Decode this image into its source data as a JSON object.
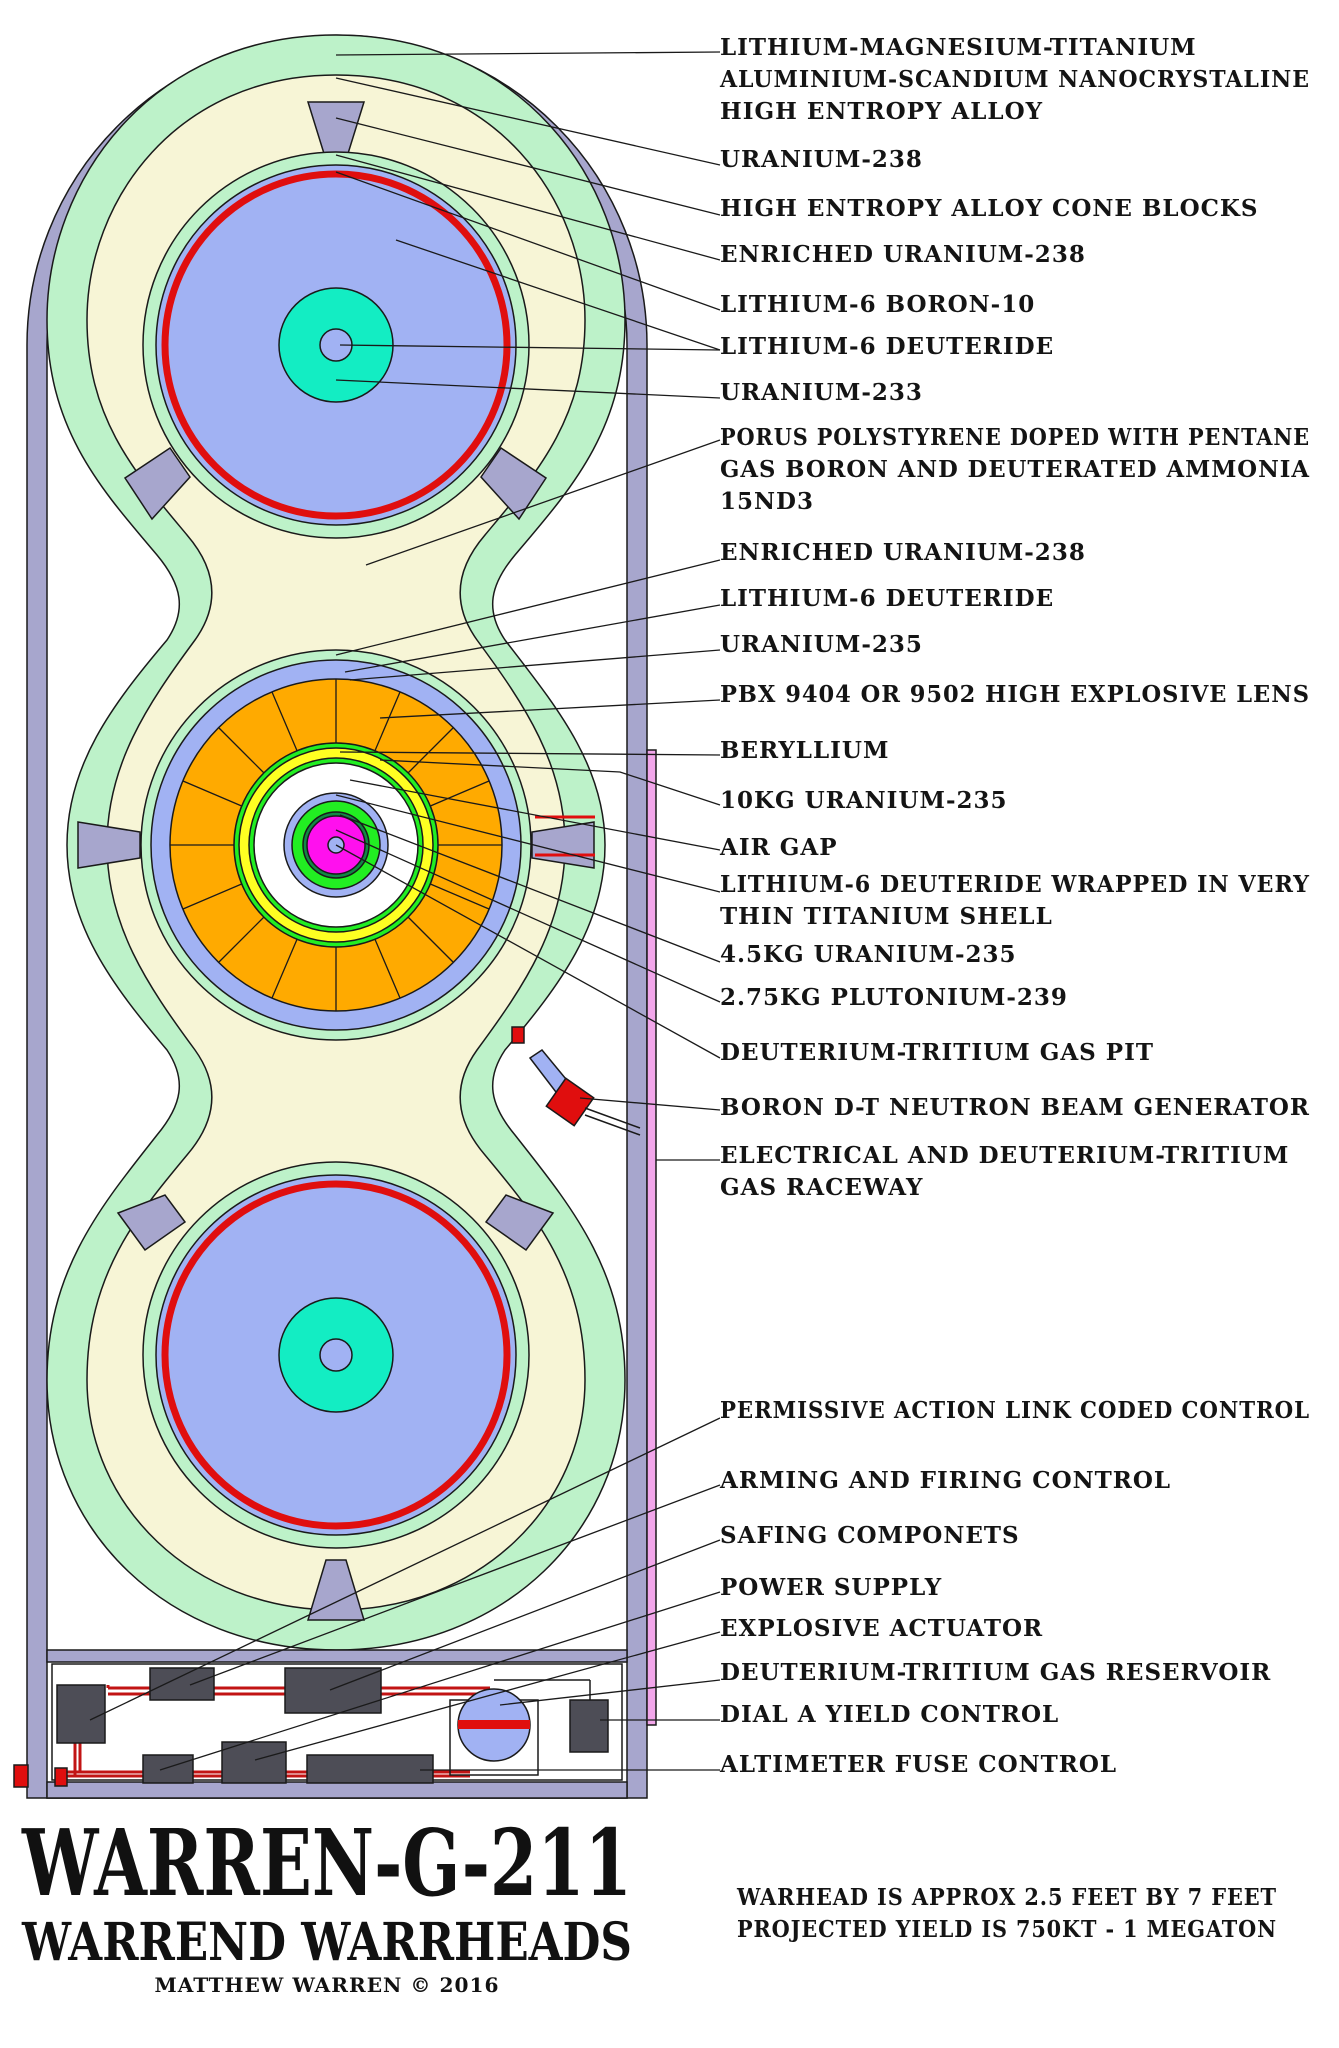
{
  "colors": {
    "casing": "#a7a6cd",
    "alloy_shell": "#bdf2c9",
    "foam": "#f7f5d6",
    "uranium_blue": "#a1b2f3",
    "red_ring": "#e00e0e",
    "deuteride": "#13edc3",
    "explosive_lens": "#ffaa00",
    "beryllium": "#ffff22",
    "green_ring": "#22ee22",
    "pit": "#ff10ee",
    "raceway": "#f2a6ea",
    "electronics": "#4d4d56"
  },
  "labels": [
    {
      "id": "label-lithium-magnesium-alloy",
      "lines": [
        "LITHIUM-MAGNESIUM-TITANIUM",
        "ALUMINIUM-SCANDIUM NANOCRYSTALINE",
        "HIGH ENTROPY ALLOY"
      ]
    },
    {
      "id": "label-uranium-238-outer",
      "lines": [
        "URANIUM-238"
      ]
    },
    {
      "id": "label-cone-blocks",
      "lines": [
        "HIGH ENTROPY ALLOY CONE BLOCKS"
      ]
    },
    {
      "id": "label-enriched-uranium-238-top",
      "lines": [
        "ENRICHED URANIUM-238"
      ]
    },
    {
      "id": "label-lithium-6-boron-10",
      "lines": [
        "LITHIUM-6 BORON-10"
      ]
    },
    {
      "id": "label-lithium-6-deuteride-top",
      "lines": [
        "LITHIUM-6 DEUTERIDE"
      ]
    },
    {
      "id": "label-uranium-233",
      "lines": [
        "URANIUM-233"
      ]
    },
    {
      "id": "label-polystyrene-foam",
      "lines": [
        "PORUS POLYSTYRENE DOPED WITH PENTANE",
        "GAS BORON AND DEUTERATED AMMONIA",
        "15ND3"
      ]
    },
    {
      "id": "label-enriched-uranium-238-mid",
      "lines": [
        "ENRICHED URANIUM-238"
      ]
    },
    {
      "id": "label-lithium-6-deuteride-mid",
      "lines": [
        "LITHIUM-6 DEUTERIDE"
      ]
    },
    {
      "id": "label-uranium-235-tamper",
      "lines": [
        "URANIUM-235"
      ]
    },
    {
      "id": "label-explosive-lens",
      "lines": [
        "PBX 9404 OR 9502 HIGH EXPLOSIVE LENS"
      ]
    },
    {
      "id": "label-beryllium",
      "lines": [
        "BERYLLIUM"
      ]
    },
    {
      "id": "label-10kg-uranium-235",
      "lines": [
        "10KG URANIUM-235"
      ]
    },
    {
      "id": "label-air-gap",
      "lines": [
        "AIR GAP"
      ]
    },
    {
      "id": "label-deuteride-titanium-shell",
      "lines": [
        "LITHIUM-6 DEUTERIDE WRAPPED IN VERY",
        "THIN TITANIUM SHELL"
      ]
    },
    {
      "id": "label-4-5kg-uranium-235",
      "lines": [
        "4.5KG URANIUM-235"
      ]
    },
    {
      "id": "label-plutonium-239",
      "lines": [
        "2.75KG PLUTONIUM-239"
      ]
    },
    {
      "id": "label-gas-pit",
      "lines": [
        "DEUTERIUM-TRITIUM GAS PIT"
      ]
    },
    {
      "id": "label-neutron-generator",
      "lines": [
        "BORON D-T NEUTRON BEAM GENERATOR"
      ]
    },
    {
      "id": "label-raceway",
      "lines": [
        "ELECTRICAL AND DEUTERIUM-TRITIUM",
        "GAS RACEWAY"
      ]
    },
    {
      "id": "label-permissive-action-link",
      "lines": [
        "PERMISSIVE ACTION LINK CODED CONTROL"
      ]
    },
    {
      "id": "label-arming-firing",
      "lines": [
        "ARMING AND FIRING CONTROL"
      ]
    },
    {
      "id": "label-safing",
      "lines": [
        "SAFING COMPONETS"
      ]
    },
    {
      "id": "label-power-supply",
      "lines": [
        "POWER SUPPLY"
      ]
    },
    {
      "id": "label-explosive-actuator",
      "lines": [
        "EXPLOSIVE ACTUATOR"
      ]
    },
    {
      "id": "label-gas-reservoir",
      "lines": [
        "DEUTERIUM-TRITIUM GAS RESERVOIR"
      ]
    },
    {
      "id": "label-dial-a-yield",
      "lines": [
        "DIAL A YIELD CONTROL"
      ]
    },
    {
      "id": "label-altimeter-fuse",
      "lines": [
        "ALTIMETER FUSE CONTROL"
      ]
    }
  ],
  "title": {
    "main": "WARREN-G-211",
    "sub": "WARREND WARRHEADS",
    "credit": "MATTHEW WARREN © 2016"
  },
  "notes": {
    "size": "WARHEAD IS APPROX 2.5 FEET BY 7 FEET",
    "yield": "PROJECTED YIELD IS 750KT - 1 MEGATON"
  }
}
